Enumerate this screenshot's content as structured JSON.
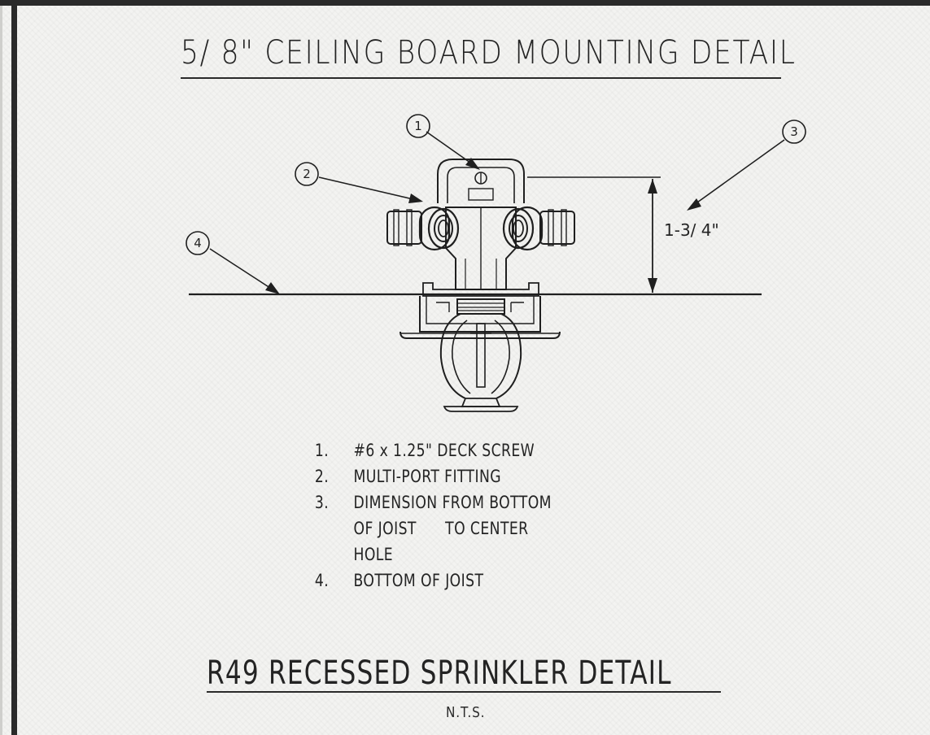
{
  "title": "5/ 8\" CEILING BOARD MOUNTING DETAIL",
  "dimension_label": "1-3/ 4\"",
  "callouts": [
    "1",
    "2",
    "3",
    "4"
  ],
  "notes": [
    {
      "num": "1.",
      "lines": [
        "#6 x 1.25\" DECK SCREW"
      ]
    },
    {
      "num": "2.",
      "lines": [
        "MULTI-PORT FITTING"
      ]
    },
    {
      "num": "3.",
      "lines": [
        "DIMENSION FROM BOTTOM",
        "OF JOIST      TO CENTER",
        "HOLE"
      ]
    },
    {
      "num": "4.",
      "lines": [
        "BOTTOM OF JOIST"
      ]
    }
  ],
  "subtitle": "R49 RECESSED SPRINKLER DETAIL",
  "scale_note": "N.T.S."
}
